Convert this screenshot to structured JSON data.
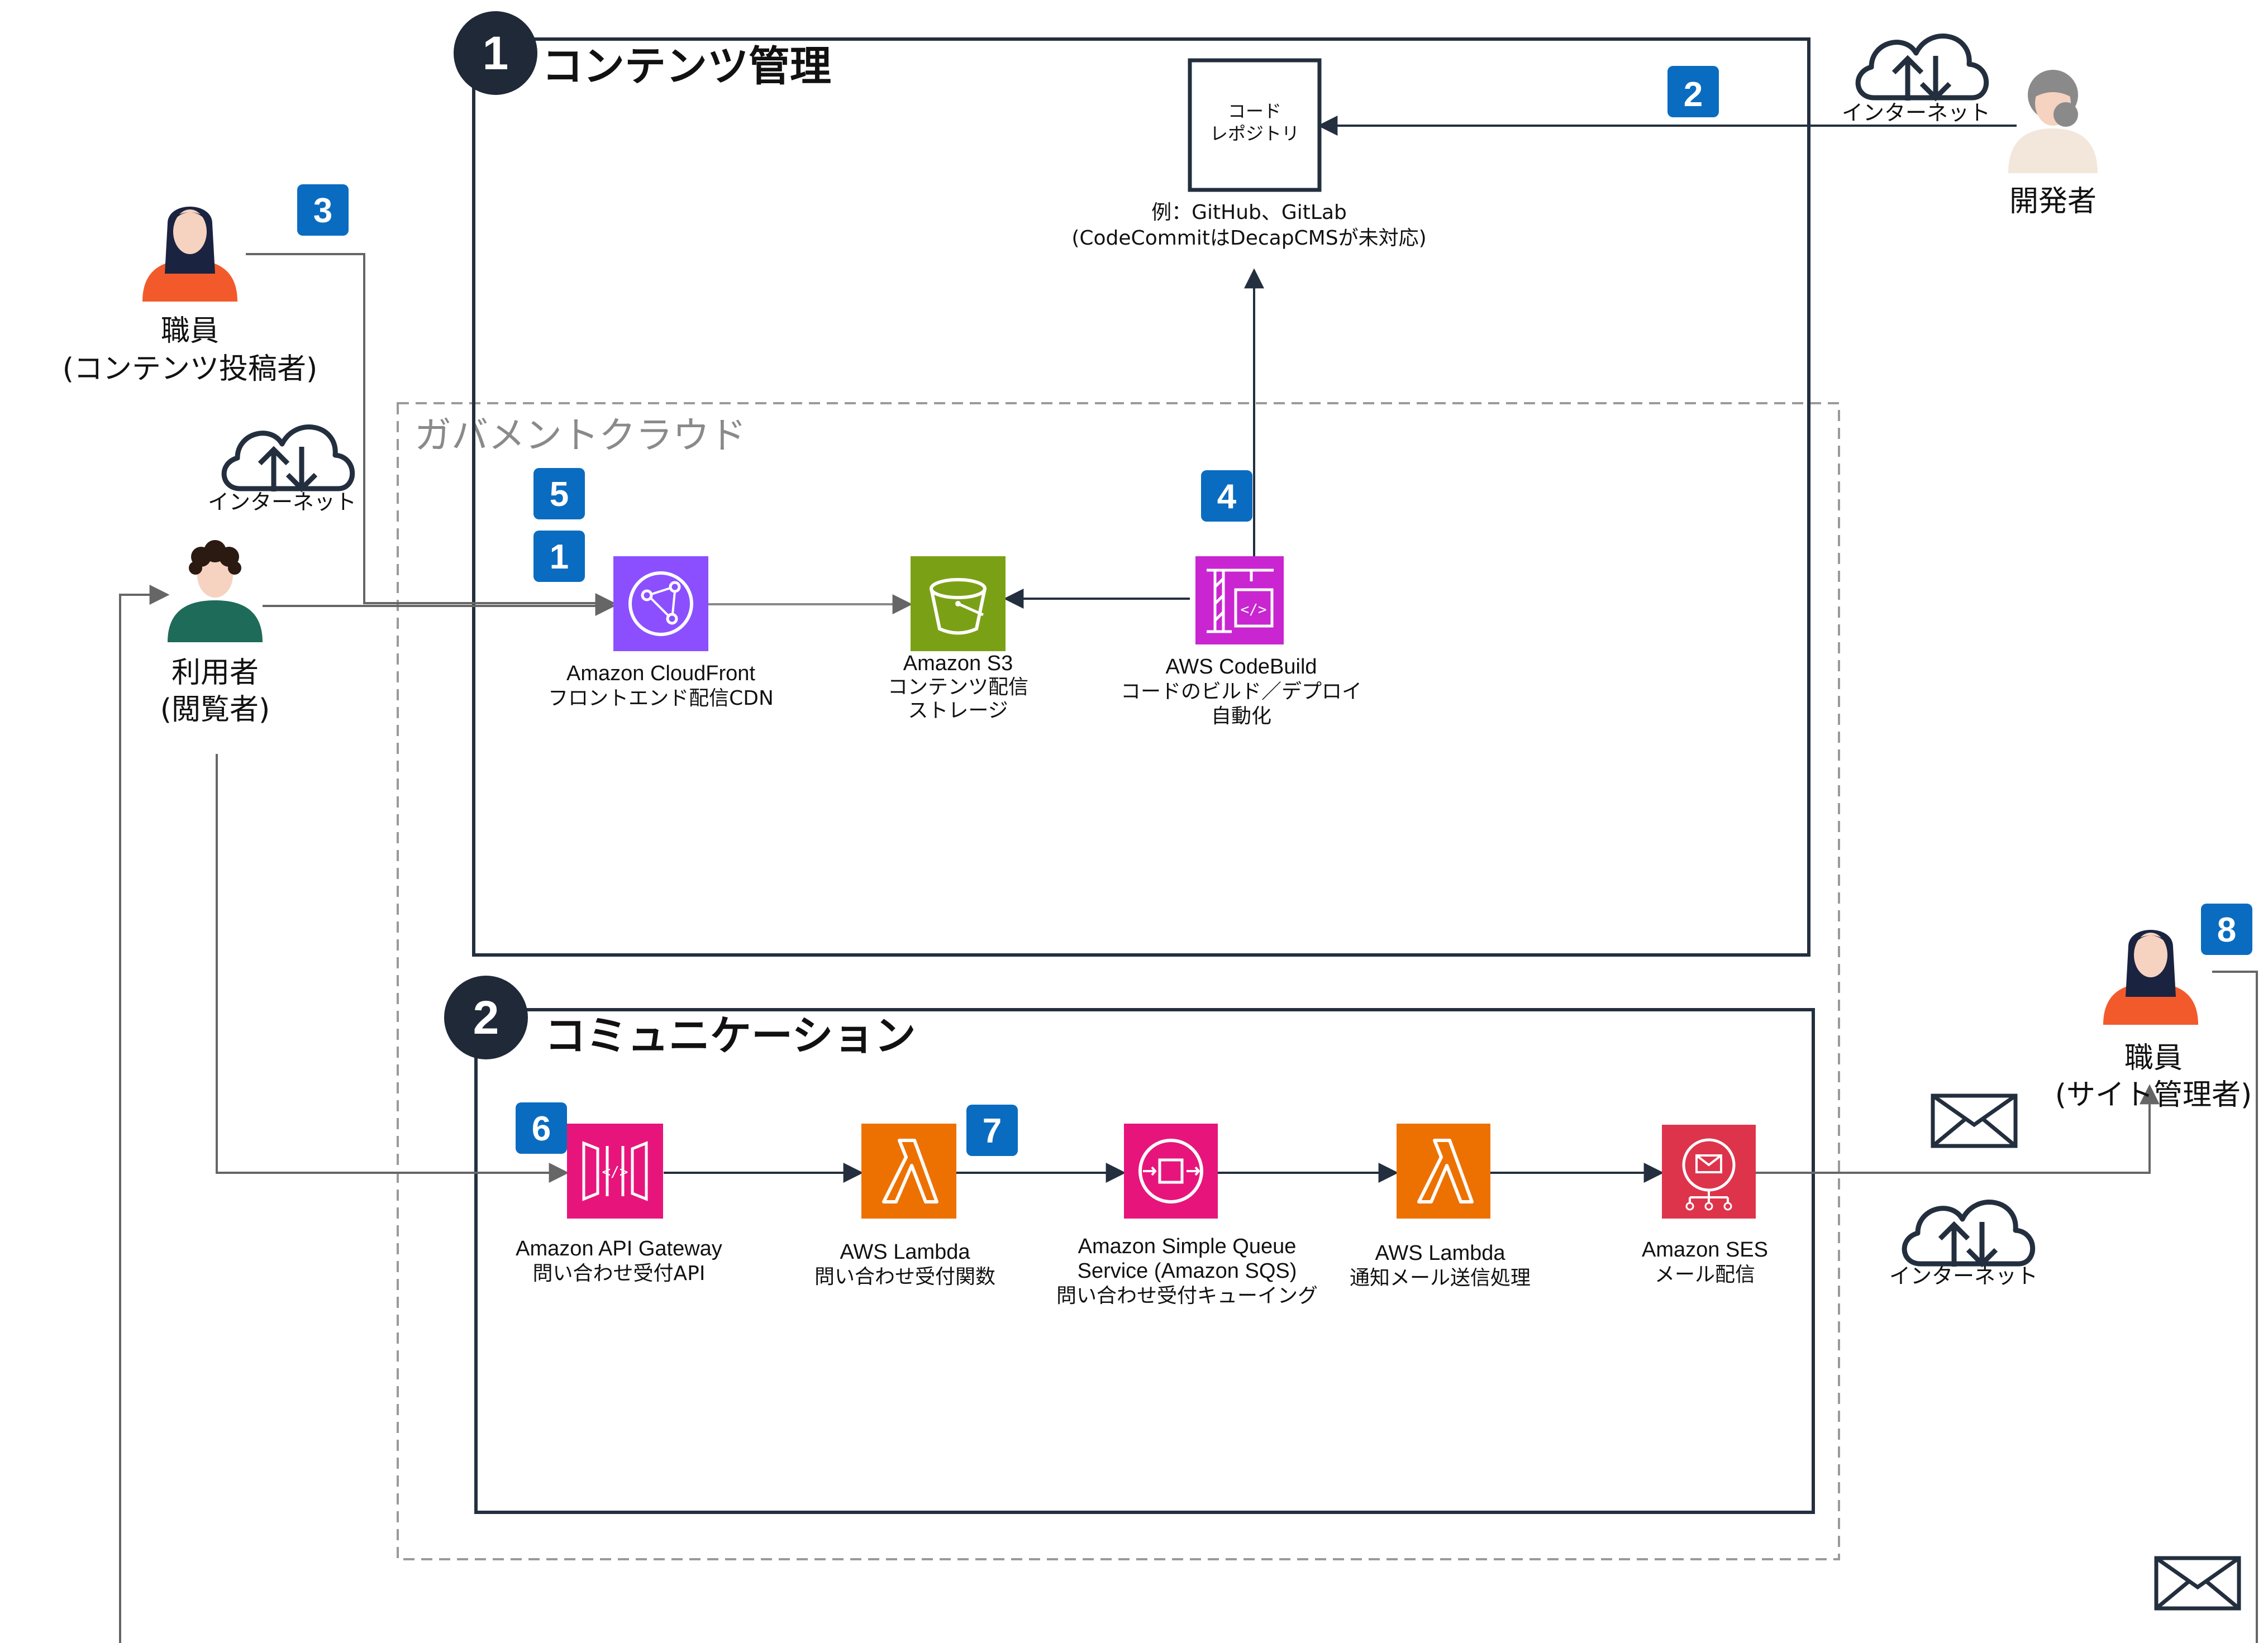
{
  "colors": {
    "frame": "#232f3e",
    "badge": "#0a6cc0",
    "circle": "#1f2937",
    "line": "#666666",
    "cloudfront": "#8c4fff",
    "s3": "#7aa116",
    "codebuild": "#c925d1",
    "apigw": "#e7157b",
    "lambda": "#ed7100",
    "sqs": "#e7157b",
    "ses": "#dd344c",
    "person_orange": "#f35a2b",
    "person_green": "#1e6b5a",
    "person_beige": "#f3e6db"
  },
  "sections": {
    "content": {
      "num": "1",
      "title": "コンテンツ管理"
    },
    "comm": {
      "num": "2",
      "title": "コミュニケーション"
    },
    "gov_cloud": "ガバメントクラウド"
  },
  "repo": {
    "box_line1": "コード",
    "box_line2": "レポジトリ",
    "caption1": "例：GitHub、GitLab",
    "caption2": "(CodeCommitはDecapCMSが未対応)"
  },
  "actors": {
    "developer": "開発者",
    "staff_poster_1": "職員",
    "staff_poster_2": "(コンテンツ投稿者)",
    "user_1": "利用者",
    "user_2": "(閲覧者)",
    "staff_admin_1": "職員",
    "staff_admin_2": "(サイト管理者)"
  },
  "internet_label": "インターネット",
  "badges": {
    "b1": "1",
    "b2": "2",
    "b3": "3",
    "b4": "4",
    "b5": "5",
    "b6": "6",
    "b7": "7",
    "b8": "8"
  },
  "services": {
    "cloudfront": {
      "line1": "Amazon CloudFront",
      "line2": "フロントエンド配信CDN"
    },
    "s3": {
      "line1": "Amazon S3",
      "line2": "コンテンツ配信",
      "line3": "ストレージ"
    },
    "codebuild": {
      "line1": "AWS CodeBuild",
      "line2": "コードのビルド／デプロイ",
      "line3": "自動化"
    },
    "apigw": {
      "line1": "Amazon API Gateway",
      "line2": "問い合わせ受付API"
    },
    "lambda1": {
      "line1": "AWS Lambda",
      "line2": "問い合わせ受付関数"
    },
    "sqs": {
      "line1": "Amazon Simple Queue",
      "line2": "Service (Amazon SQS)",
      "line3": "問い合わせ受付キューイング"
    },
    "lambda2": {
      "line1": "AWS Lambda",
      "line2": "通知メール送信処理"
    },
    "ses": {
      "line1": "Amazon SES",
      "line2": "メール配信"
    }
  }
}
